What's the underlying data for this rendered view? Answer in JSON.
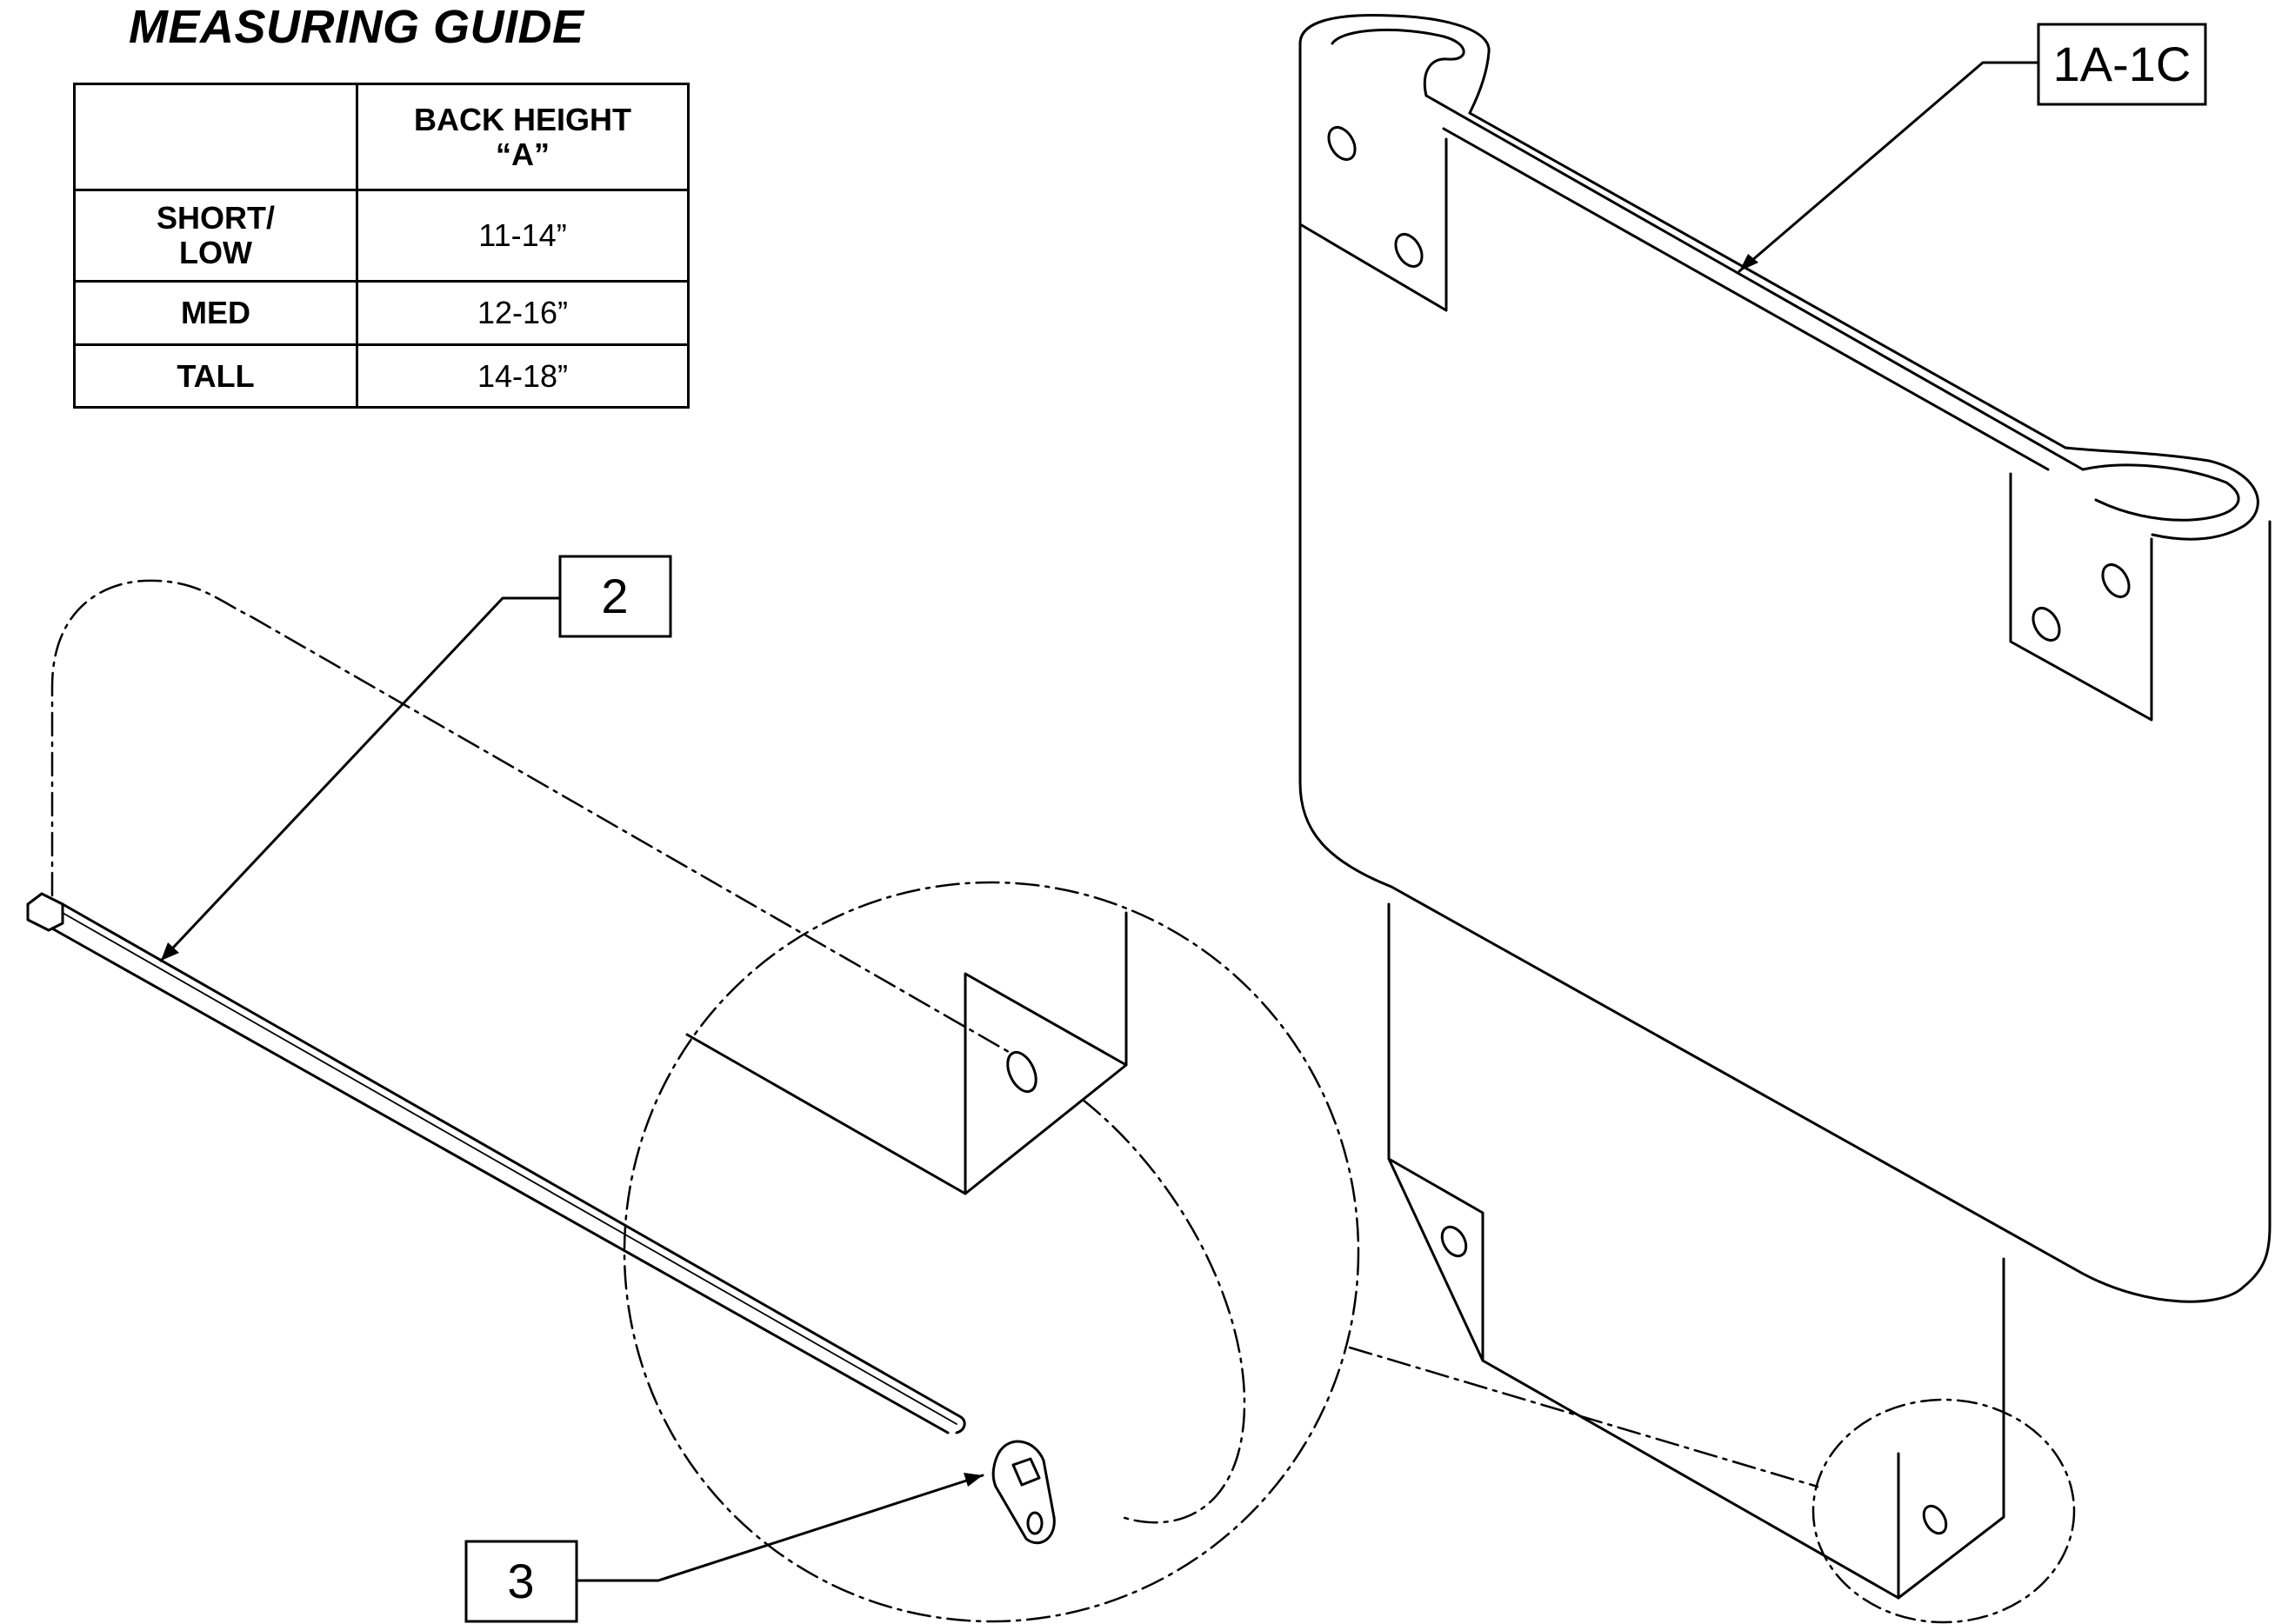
{
  "measuring_guide": {
    "title": "MEASURING GUIDE",
    "header": {
      "blank": "",
      "col1_line1": "BACK HEIGHT",
      "col1_line2": "“A”"
    },
    "rows": [
      {
        "size_line1": "SHORT/",
        "size_line2": "LOW",
        "value": "11-14”"
      },
      {
        "size_line1": "MED",
        "size_line2": "",
        "value": "12-16”"
      },
      {
        "size_line1": "TALL",
        "size_line2": "",
        "value": "14-18”"
      }
    ]
  },
  "callouts": {
    "back_assembly": "1A-1C",
    "cable_tie": "2",
    "tie_mount": "3"
  }
}
